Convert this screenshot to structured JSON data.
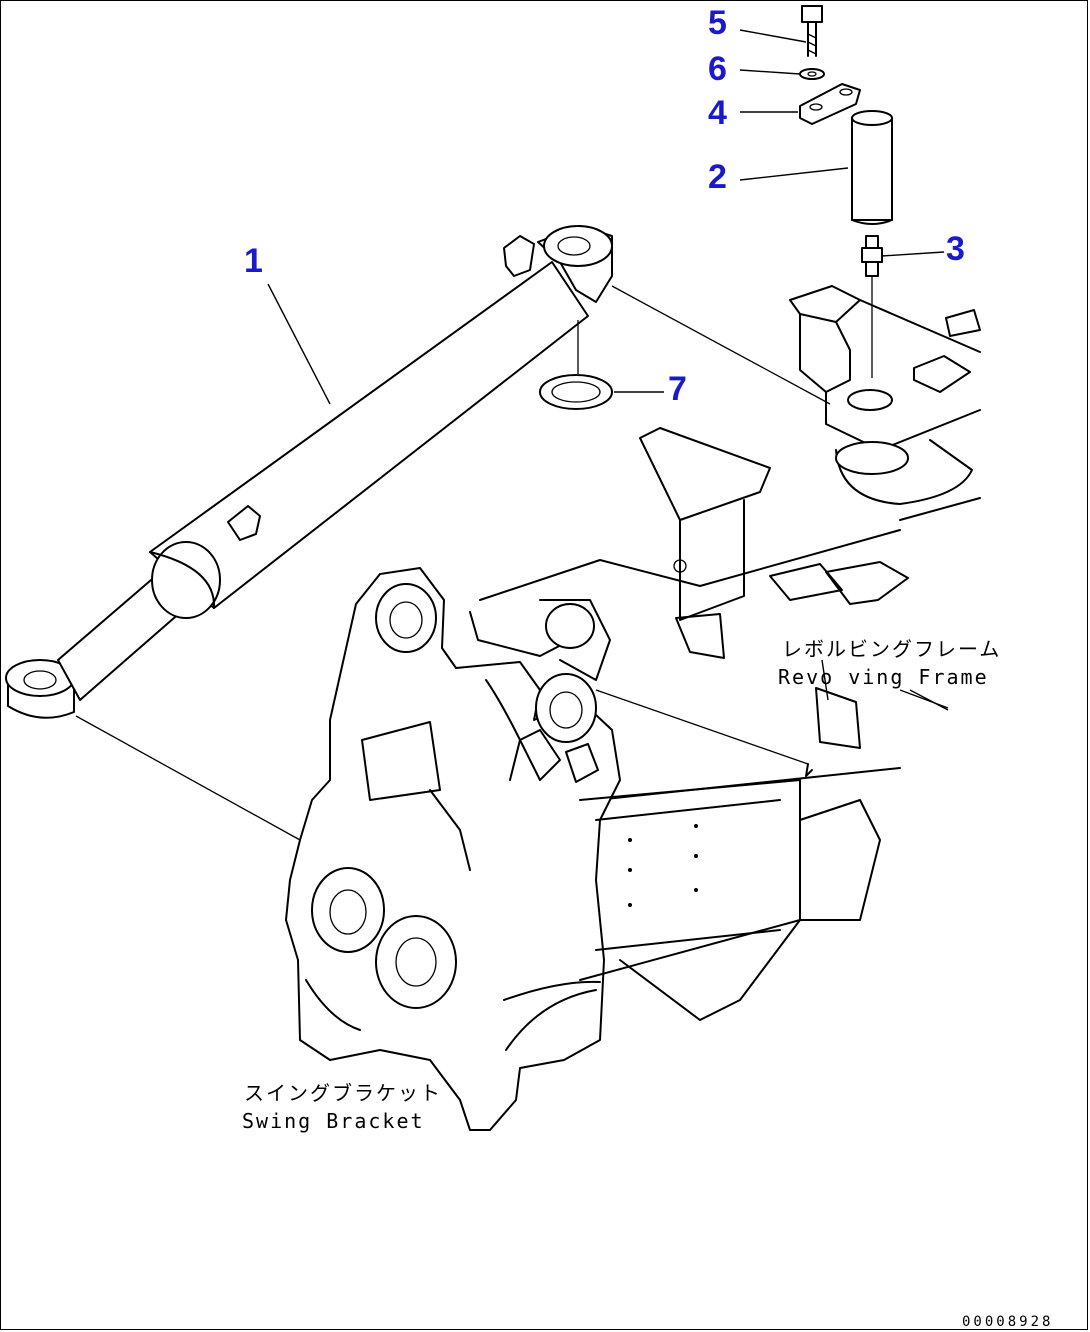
{
  "callouts": [
    {
      "id": "1",
      "text": "1"
    },
    {
      "id": "2",
      "text": "2"
    },
    {
      "id": "3",
      "text": "3"
    },
    {
      "id": "4",
      "text": "4"
    },
    {
      "id": "5",
      "text": "5"
    },
    {
      "id": "6",
      "text": "6"
    },
    {
      "id": "7",
      "text": "7"
    }
  ],
  "labels": {
    "revolving_frame_jp": "レボルビングフレーム",
    "revolving_frame_en": "Revo ving Frame",
    "swing_bracket_jp": "スイングブラケット",
    "swing_bracket_en": "Swing Bracket"
  },
  "document_number": "00008928",
  "colors": {
    "callout": "#1a1acc",
    "line": "#000000",
    "background": "#ffffff"
  }
}
